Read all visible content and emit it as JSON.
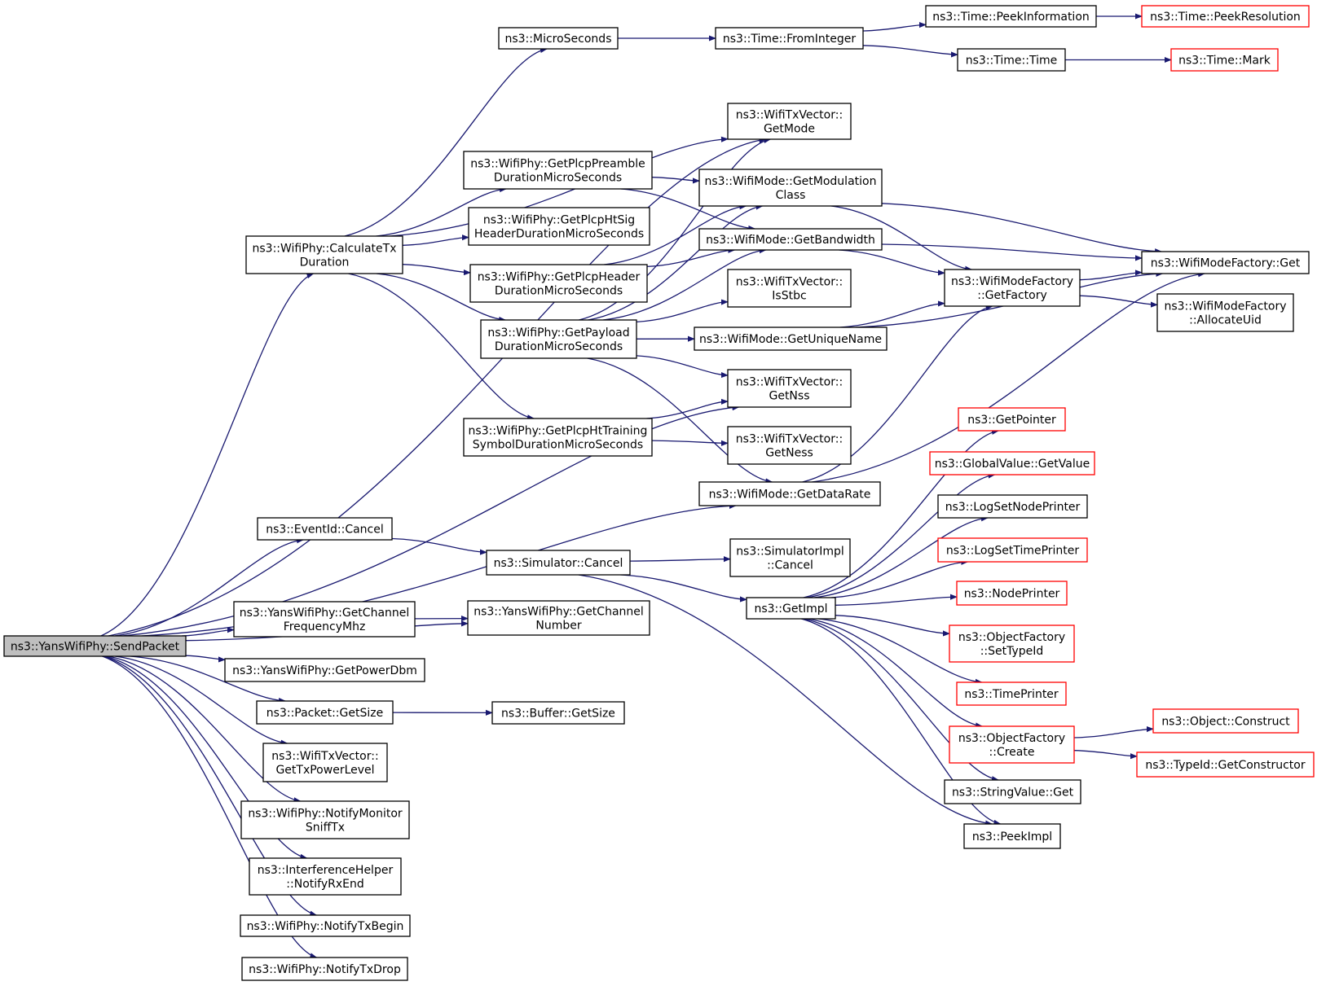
{
  "colors": {
    "edge": "#191970",
    "node_border": "#000000",
    "external_border": "#ff0000",
    "root_fill": "#bfbfbf",
    "background": "#ffffff"
  },
  "nodes": [
    {
      "id": "send",
      "lines": [
        "ns3::YansWifiPhy::SendPacket"
      ],
      "style": "root"
    },
    {
      "id": "calctx",
      "lines": [
        "ns3::WifiPhy::CalculateTx",
        "Duration"
      ],
      "style": "normal"
    },
    {
      "id": "micro",
      "lines": [
        "ns3::MicroSeconds"
      ],
      "style": "normal"
    },
    {
      "id": "frominteger",
      "lines": [
        "ns3::Time::FromInteger"
      ],
      "style": "normal"
    },
    {
      "id": "peekinfo",
      "lines": [
        "ns3::Time::PeekInformation"
      ],
      "style": "normal"
    },
    {
      "id": "peekres",
      "lines": [
        "ns3::Time::PeekResolution"
      ],
      "style": "external"
    },
    {
      "id": "timetime",
      "lines": [
        "ns3::Time::Time"
      ],
      "style": "normal"
    },
    {
      "id": "timemark",
      "lines": [
        "ns3::Time::Mark"
      ],
      "style": "external"
    },
    {
      "id": "getmode",
      "lines": [
        "ns3::WifiTxVector::",
        "GetMode"
      ],
      "style": "normal"
    },
    {
      "id": "preamble",
      "lines": [
        "ns3::WifiPhy::GetPlcpPreamble",
        "DurationMicroSeconds"
      ],
      "style": "normal"
    },
    {
      "id": "modclass",
      "lines": [
        "ns3::WifiMode::GetModulation",
        "Class"
      ],
      "style": "normal"
    },
    {
      "id": "htsig",
      "lines": [
        "ns3::WifiPhy::GetPlcpHtSig",
        "HeaderDurationMicroSeconds"
      ],
      "style": "normal"
    },
    {
      "id": "bandwidth",
      "lines": [
        "ns3::WifiMode::GetBandwidth"
      ],
      "style": "normal"
    },
    {
      "id": "header",
      "lines": [
        "ns3::WifiPhy::GetPlcpHeader",
        "DurationMicroSeconds"
      ],
      "style": "normal"
    },
    {
      "id": "isstbc",
      "lines": [
        "ns3::WifiTxVector::",
        "IsStbc"
      ],
      "style": "normal"
    },
    {
      "id": "payload",
      "lines": [
        "ns3::WifiPhy::GetPayload",
        "DurationMicroSeconds"
      ],
      "style": "normal"
    },
    {
      "id": "uniquename",
      "lines": [
        "ns3::WifiMode::GetUniqueName"
      ],
      "style": "normal"
    },
    {
      "id": "getfactory",
      "lines": [
        "ns3::WifiModeFactory",
        "::GetFactory"
      ],
      "style": "normal"
    },
    {
      "id": "factoryget",
      "lines": [
        "ns3::WifiModeFactory::Get"
      ],
      "style": "normal"
    },
    {
      "id": "allocuid",
      "lines": [
        "ns3::WifiModeFactory",
        "::AllocateUid"
      ],
      "style": "normal"
    },
    {
      "id": "getnss",
      "lines": [
        "ns3::WifiTxVector::",
        "GetNss"
      ],
      "style": "normal"
    },
    {
      "id": "httraining",
      "lines": [
        "ns3::WifiPhy::GetPlcpHtTraining",
        "SymbolDurationMicroSeconds"
      ],
      "style": "normal"
    },
    {
      "id": "getness",
      "lines": [
        "ns3::WifiTxVector::",
        "GetNess"
      ],
      "style": "normal"
    },
    {
      "id": "datarate",
      "lines": [
        "ns3::WifiMode::GetDataRate"
      ],
      "style": "normal"
    },
    {
      "id": "getpointer",
      "lines": [
        "ns3::GetPointer"
      ],
      "style": "external"
    },
    {
      "id": "globalvalue",
      "lines": [
        "ns3::GlobalValue::GetValue"
      ],
      "style": "external"
    },
    {
      "id": "lognode",
      "lines": [
        "ns3::LogSetNodePrinter"
      ],
      "style": "normal"
    },
    {
      "id": "logtime",
      "lines": [
        "ns3::LogSetTimePrinter"
      ],
      "style": "external"
    },
    {
      "id": "evcancel",
      "lines": [
        "ns3::EventId::Cancel"
      ],
      "style": "normal"
    },
    {
      "id": "simcancel",
      "lines": [
        "ns3::Simulator::Cancel"
      ],
      "style": "normal"
    },
    {
      "id": "simimplcancel",
      "lines": [
        "ns3::SimulatorImpl",
        "::Cancel"
      ],
      "style": "normal"
    },
    {
      "id": "nodeprinter",
      "lines": [
        "ns3::NodePrinter"
      ],
      "style": "external"
    },
    {
      "id": "getimpl",
      "lines": [
        "ns3::GetImpl"
      ],
      "style": "normal"
    },
    {
      "id": "settypeid",
      "lines": [
        "ns3::ObjectFactory",
        "::SetTypeId"
      ],
      "style": "external"
    },
    {
      "id": "chanfreq",
      "lines": [
        "ns3::YansWifiPhy::GetChannel",
        "FrequencyMhz"
      ],
      "style": "normal"
    },
    {
      "id": "channum",
      "lines": [
        "ns3::YansWifiPhy::GetChannel",
        "Number"
      ],
      "style": "normal"
    },
    {
      "id": "powerdbm",
      "lines": [
        "ns3::YansWifiPhy::GetPowerDbm"
      ],
      "style": "normal"
    },
    {
      "id": "timeprinter",
      "lines": [
        "ns3::TimePrinter"
      ],
      "style": "external"
    },
    {
      "id": "pktsize",
      "lines": [
        "ns3::Packet::GetSize"
      ],
      "style": "normal"
    },
    {
      "id": "bufsize",
      "lines": [
        "ns3::Buffer::GetSize"
      ],
      "style": "normal"
    },
    {
      "id": "objconstruct",
      "lines": [
        "ns3::Object::Construct"
      ],
      "style": "external"
    },
    {
      "id": "create",
      "lines": [
        "ns3::ObjectFactory",
        "::Create"
      ],
      "style": "external"
    },
    {
      "id": "getconstructor",
      "lines": [
        "ns3::TypeId::GetConstructor"
      ],
      "style": "external"
    },
    {
      "id": "txpower",
      "lines": [
        "ns3::WifiTxVector::",
        "GetTxPowerLevel"
      ],
      "style": "normal"
    },
    {
      "id": "stringget",
      "lines": [
        "ns3::StringValue::Get"
      ],
      "style": "normal"
    },
    {
      "id": "notifymon",
      "lines": [
        "ns3::WifiPhy::NotifyMonitor",
        "SniffTx"
      ],
      "style": "normal"
    },
    {
      "id": "peekimpl",
      "lines": [
        "ns3::PeekImpl"
      ],
      "style": "normal"
    },
    {
      "id": "rxend",
      "lines": [
        "ns3::InterferenceHelper",
        "::NotifyRxEnd"
      ],
      "style": "normal"
    },
    {
      "id": "txbegin",
      "lines": [
        "ns3::WifiPhy::NotifyTxBegin"
      ],
      "style": "normal"
    },
    {
      "id": "txdrop",
      "lines": [
        "ns3::WifiPhy::NotifyTxDrop"
      ],
      "style": "normal"
    }
  ],
  "edges": [
    [
      "send",
      "calctx"
    ],
    [
      "send",
      "getmode"
    ],
    [
      "send",
      "getnss"
    ],
    [
      "send",
      "datarate"
    ],
    [
      "send",
      "evcancel"
    ],
    [
      "send",
      "channum"
    ],
    [
      "send",
      "chanfreq"
    ],
    [
      "send",
      "powerdbm"
    ],
    [
      "send",
      "pktsize"
    ],
    [
      "send",
      "txpower"
    ],
    [
      "send",
      "notifymon"
    ],
    [
      "send",
      "rxend"
    ],
    [
      "send",
      "txbegin"
    ],
    [
      "send",
      "txdrop"
    ],
    [
      "calctx",
      "micro"
    ],
    [
      "calctx",
      "getmode"
    ],
    [
      "calctx",
      "preamble"
    ],
    [
      "calctx",
      "htsig"
    ],
    [
      "calctx",
      "header"
    ],
    [
      "calctx",
      "payload"
    ],
    [
      "calctx",
      "httraining"
    ],
    [
      "micro",
      "frominteger"
    ],
    [
      "frominteger",
      "peekinfo"
    ],
    [
      "frominteger",
      "timetime"
    ],
    [
      "peekinfo",
      "peekres"
    ],
    [
      "timetime",
      "timemark"
    ],
    [
      "preamble",
      "modclass"
    ],
    [
      "preamble",
      "bandwidth"
    ],
    [
      "header",
      "modclass"
    ],
    [
      "header",
      "bandwidth"
    ],
    [
      "payload",
      "getmode"
    ],
    [
      "payload",
      "modclass"
    ],
    [
      "payload",
      "bandwidth"
    ],
    [
      "payload",
      "isstbc"
    ],
    [
      "payload",
      "uniquename"
    ],
    [
      "payload",
      "getnss"
    ],
    [
      "payload",
      "datarate"
    ],
    [
      "httraining",
      "getnss"
    ],
    [
      "httraining",
      "getness"
    ],
    [
      "modclass",
      "factoryget"
    ],
    [
      "modclass",
      "getfactory"
    ],
    [
      "bandwidth",
      "factoryget"
    ],
    [
      "bandwidth",
      "getfactory"
    ],
    [
      "uniquename",
      "getfactory"
    ],
    [
      "uniquename",
      "factoryget"
    ],
    [
      "getfactory",
      "factoryget"
    ],
    [
      "getfactory",
      "allocuid"
    ],
    [
      "datarate",
      "getfactory"
    ],
    [
      "datarate",
      "factoryget"
    ],
    [
      "evcancel",
      "simcancel"
    ],
    [
      "simcancel",
      "simimplcancel"
    ],
    [
      "simcancel",
      "getimpl"
    ],
    [
      "simcancel",
      "peekimpl"
    ],
    [
      "chanfreq",
      "channum"
    ],
    [
      "pktsize",
      "bufsize"
    ],
    [
      "getimpl",
      "getpointer"
    ],
    [
      "getimpl",
      "globalvalue"
    ],
    [
      "getimpl",
      "lognode"
    ],
    [
      "getimpl",
      "logtime"
    ],
    [
      "getimpl",
      "nodeprinter"
    ],
    [
      "getimpl",
      "settypeid"
    ],
    [
      "getimpl",
      "timeprinter"
    ],
    [
      "getimpl",
      "create"
    ],
    [
      "getimpl",
      "stringget"
    ],
    [
      "getimpl",
      "peekimpl"
    ],
    [
      "create",
      "objconstruct"
    ],
    [
      "create",
      "getconstructor"
    ]
  ]
}
